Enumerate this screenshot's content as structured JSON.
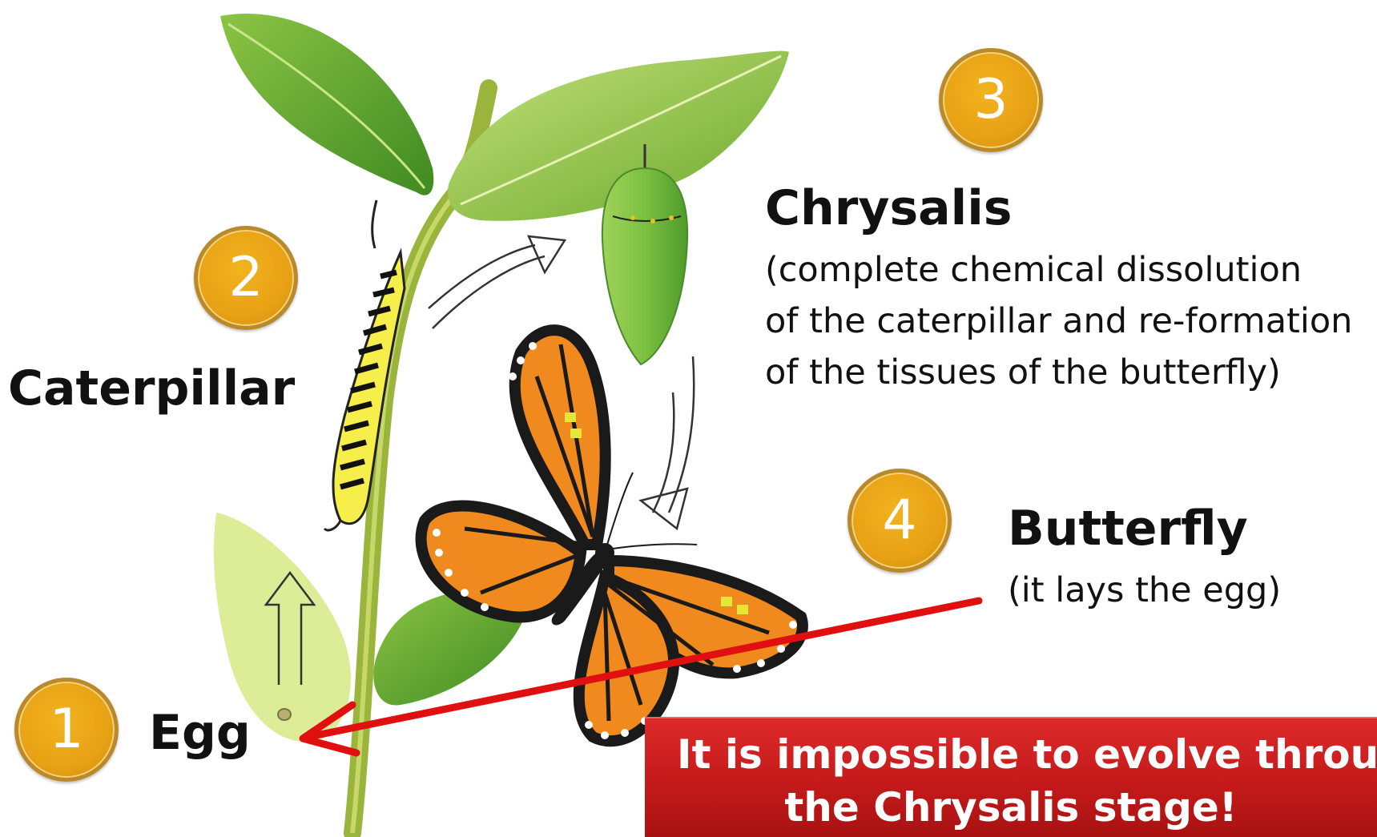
{
  "stages": [
    {
      "number": "1",
      "name": "Egg"
    },
    {
      "number": "2",
      "name": "Caterpillar"
    },
    {
      "number": "3",
      "name": "Chrysalis",
      "description": [
        "(complete chemical dissolution",
        "of the caterpillar and re-formation",
        "of the tissues of the butterfly)"
      ]
    },
    {
      "number": "4",
      "name": "Butterfly",
      "description": [
        "(it lays the egg)"
      ]
    }
  ],
  "banner": {
    "line1": "It is impossible to evolve throug",
    "line2": "the Chrysalis stage!"
  },
  "colors": {
    "badge": "#e8a215",
    "banner": "#c41a1a",
    "arrow": "#e01010",
    "leaf": "#7dbb3a",
    "wing": "#f08a1e"
  }
}
